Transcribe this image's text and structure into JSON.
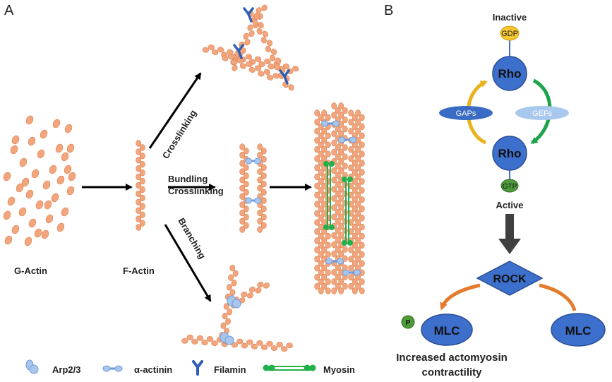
{
  "panel_a": {
    "label": "A",
    "g_actin_label": "G-Actin",
    "f_actin_label": "F-Actin",
    "crosslinking_label": "Crosslinking",
    "bundling_label": "Bundling",
    "bundling_crosslinking_label": "Crosslinking",
    "branching_label": "Branching"
  },
  "panel_b": {
    "label": "B",
    "inactive_label": "Inactive",
    "gdp_label": "GDP",
    "rho_top_label": "Rho",
    "gaps_label": "GAPs",
    "gefs_label": "GEFs",
    "rho_bottom_label": "Rho",
    "gtp_label": "GTP",
    "active_label": "Active",
    "rock_label": "ROCK",
    "p_label": "P",
    "mlc_left_label": "MLC",
    "mlc_right_label": "MLC",
    "outcome_line1": "Increased actomyosin",
    "outcome_line2": "contractility"
  },
  "legend": {
    "arp23": "Arp2/3",
    "alpha_actinin": "α-actinin",
    "filamin": "Filamin",
    "myosin": "Myosin"
  },
  "colors": {
    "actin": "#f3a57d",
    "actin_stroke": "#d9804f",
    "arp23": "#a9c6ea",
    "actinin": "#6d9be0",
    "filamin": "#2e5fb3",
    "myosin": "#22b04b",
    "rho": "#3d6fcc",
    "gdp": "#f7c630",
    "gtp": "#4e9a3a",
    "gaps": "#3a6cc6",
    "gefs": "#a8c8ee",
    "arrow_dark": "#404040",
    "orange_arrow": "#e57b2c",
    "green_arrow": "#1fa34a",
    "yellow_arrow": "#e8b21b"
  }
}
